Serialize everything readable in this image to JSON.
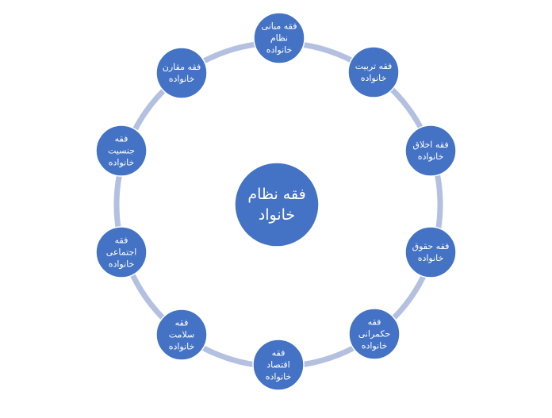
{
  "diagram": {
    "center": {
      "label": "فقه نظام\nخانواد"
    },
    "nodes": [
      {
        "label": "فقه مبانی\nنظام\nخانواده"
      },
      {
        "label": "فقه تربیت\nخانواده"
      },
      {
        "label": "فقه اخلاق\nخانواده"
      },
      {
        "label": "فقه حقوق\nخانواده"
      },
      {
        "label": "فقه\nحکمرانی\nخانواده"
      },
      {
        "label": "فقه\nاقتصاد\nخانواده"
      },
      {
        "label": "فقه\nسلامت\nخانواده"
      },
      {
        "label": "فقه\nاجتماعی\nخانواده"
      },
      {
        "label": "فقه\nجنسیت\nخانواده"
      },
      {
        "label": "فقه مقارن\nخانواده"
      }
    ],
    "colors": {
      "node_fill": "#4472c4",
      "node_stroke": "#ffffff",
      "ring": "#b4c0e0",
      "text": "#ffffff"
    }
  }
}
